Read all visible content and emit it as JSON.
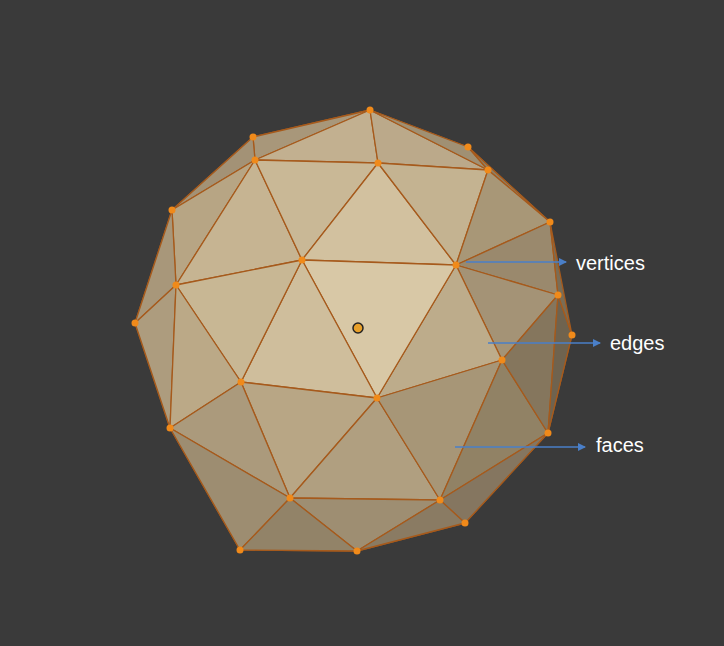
{
  "diagram": {
    "labels": [
      "vertices",
      "edges",
      "faces"
    ]
  }
}
